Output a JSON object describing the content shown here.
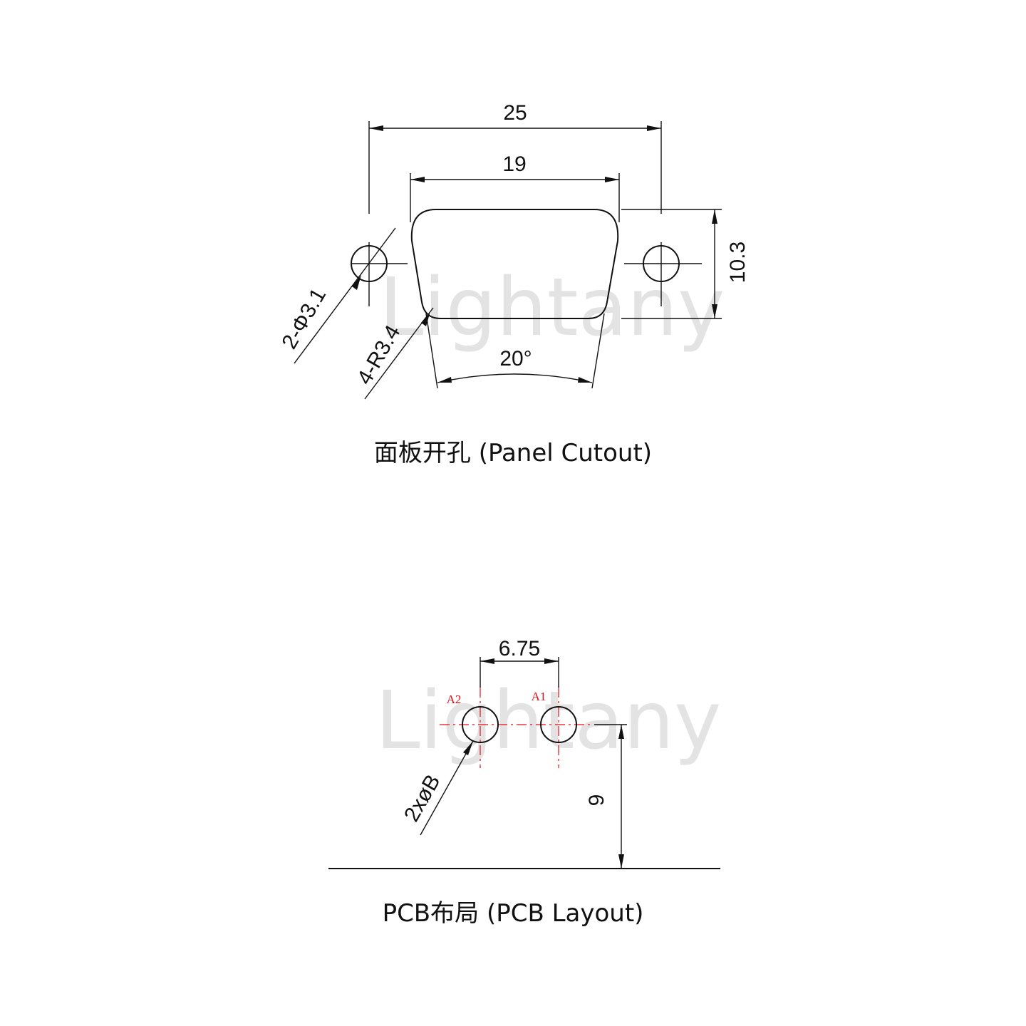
{
  "watermark": "Lightany",
  "colors": {
    "line": "#111111",
    "pin_label": "#e0101a",
    "watermark": "#e3e3e3"
  },
  "panel_cutout": {
    "caption": "面板开孔 (Panel Cutout)",
    "dim_overall_width": "25",
    "dim_cutout_width": "19",
    "dim_height": "10.3",
    "dim_angle": "20°",
    "dim_mount_holes": "2-Φ3.1",
    "dim_corner_radius": "4-R3.4"
  },
  "pcb_layout": {
    "caption": "PCB布局 (PCB Layout)",
    "dim_pitch": "6.75",
    "dim_offset": "9",
    "dim_hole": "2xøB",
    "pin_a1": "A1",
    "pin_a2": "A2"
  }
}
